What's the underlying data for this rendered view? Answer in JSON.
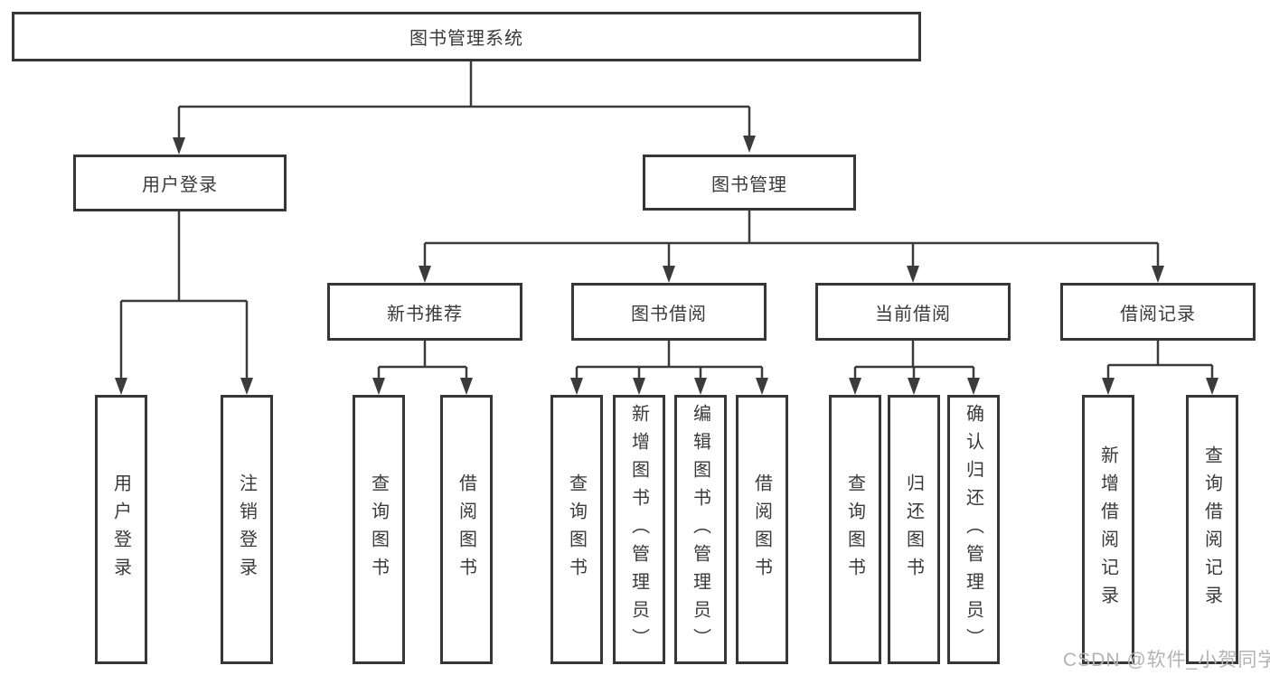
{
  "tree": {
    "label": "图书管理系统",
    "children": [
      {
        "label": "用户登录",
        "children": [
          {
            "label": "用户登录"
          },
          {
            "label": "注销登录"
          }
        ]
      },
      {
        "label": "图书管理",
        "children": [
          {
            "label": "新书推荐",
            "children": [
              {
                "label": "查询图书"
              },
              {
                "label": "借阅图书"
              }
            ]
          },
          {
            "label": "图书借阅",
            "children": [
              {
                "label": "查询图书"
              },
              {
                "label": "新增图书（管理员）"
              },
              {
                "label": "编辑图书（管理员）"
              },
              {
                "label": "借阅图书"
              }
            ]
          },
          {
            "label": "当前借阅",
            "children": [
              {
                "label": "查询图书"
              },
              {
                "label": "归还图书"
              },
              {
                "label": "确认归还（管理员）"
              }
            ]
          },
          {
            "label": "借阅记录",
            "children": [
              {
                "label": "新增借阅记录"
              },
              {
                "label": "查询借阅记录"
              }
            ]
          }
        ]
      }
    ]
  },
  "watermark": "CSDN @软件_小贺同学",
  "colors": {
    "background": "#ffffff",
    "box_border": "#363636",
    "connector_line": "#3b3b3b",
    "text": "#3a3a3a",
    "watermark_text": "#b3b3b3"
  }
}
